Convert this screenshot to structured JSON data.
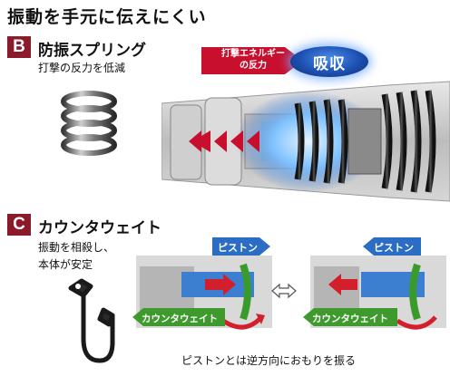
{
  "page": {
    "title": "振動を手元に伝えにくい"
  },
  "section_b": {
    "badge": "B",
    "title": "防振スプリング",
    "subtitle": "打撃の反力を低減",
    "impact_label_line1": "打撃エネルギー",
    "impact_label_line2": "の反力",
    "absorb_label": "吸収"
  },
  "section_c": {
    "badge": "C",
    "title": "カウンタウェイト",
    "subtitle_line1": "振動を相殺し、",
    "subtitle_line2": "本体が安定",
    "left_piston_label": "ピストン",
    "left_weight_label": "カウンタウェイト",
    "right_piston_label": "ピストン",
    "right_weight_label": "カウンタウェイト",
    "caption": "ピストンとは逆方向におもりを振る"
  },
  "colors": {
    "badge": "#8b1a2b",
    "red_arrow": "#c8102e",
    "absorb_blue": "#1d4fb0",
    "piston_blue": "#2b6cc4",
    "weight_green": "#3f9a2e"
  }
}
